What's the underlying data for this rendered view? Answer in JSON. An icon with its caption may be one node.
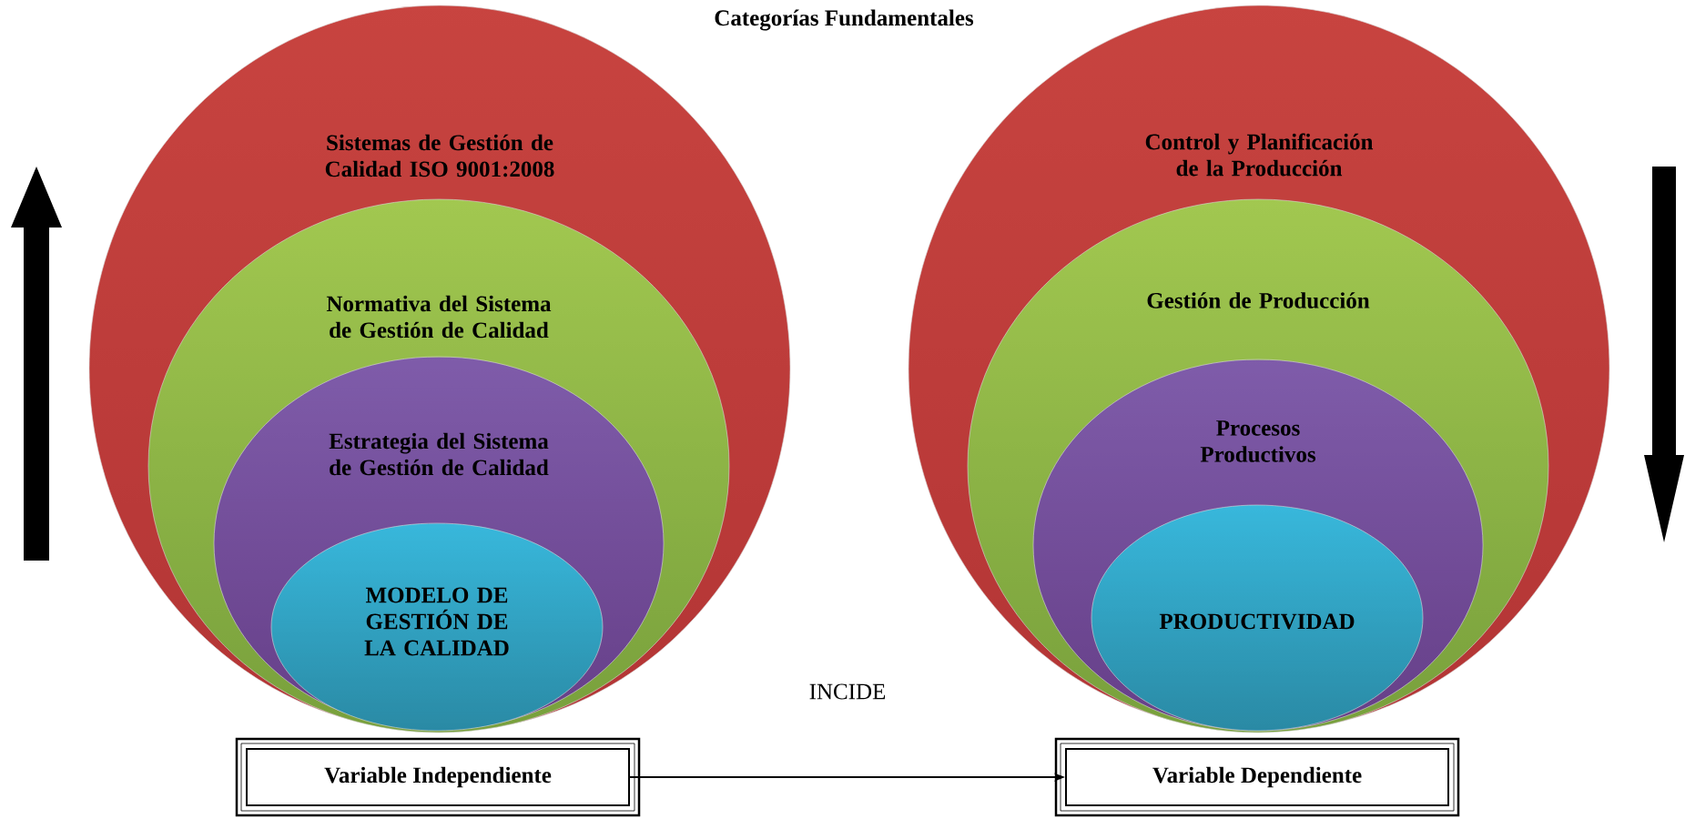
{
  "diagram": {
    "title": "Categorías Fundamentales",
    "nodes": [
      {
        "text": [
          "Sistemas de Gestión de Calidad ISO 9001:2008"
        ]
      },
      {
        "text": [
          "Normativa del Sistema de Gestión de Calidad"
        ],
        "in": 0
      },
      {
        "text": [
          "Estrategia del Sistema de Gestión de Calidad"
        ],
        "in": 1
      },
      {
        "text": [
          "MODELO DE GESTIÓN DE LA CALIDAD"
        ],
        "in": 2
      },
      {
        "text": [
          "Control y Planificación de la Producción"
        ]
      },
      {
        "text": [
          "Gestión de Producción"
        ],
        "in": 4
      },
      {
        "text": [
          "Procesos Productivos"
        ],
        "in": 5
      },
      {
        "text": [
          "PRODUCTIVIDAD"
        ],
        "in": 6
      },
      {
        "text": [
          "Variable Independiente"
        ]
      },
      {
        "text": [
          "Variable Dependiente"
        ]
      }
    ],
    "edges": [
      {
        "from": 8,
        "to": 9,
        "arrow": "to",
        "label": "INCIDE"
      }
    ]
  }
}
